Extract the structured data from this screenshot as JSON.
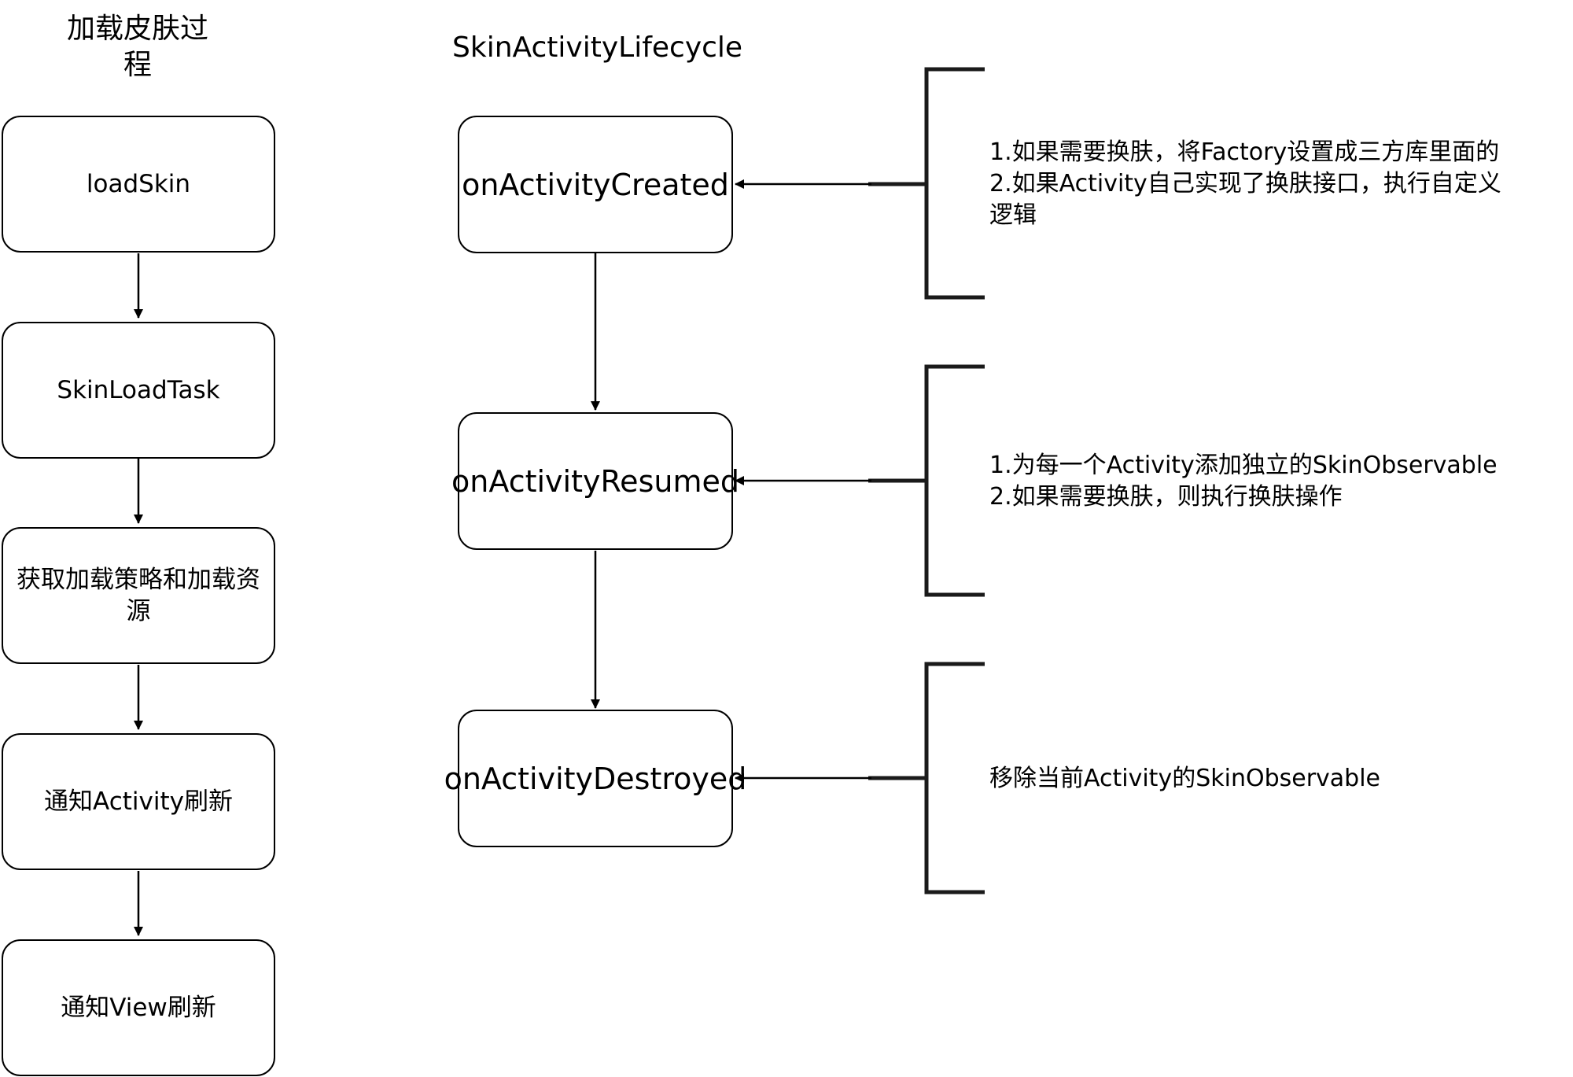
{
  "left_flow": {
    "title": "加载皮肤过程",
    "nodes": [
      "loadSkin",
      "SkinLoadTask",
      "获取加载策略和加载资源",
      "通知Activity刷新",
      "通知View刷新"
    ]
  },
  "right_flow": {
    "title": "SkinActivityLifecycle",
    "nodes": [
      "onActivityCreated",
      "onActivityResumed",
      "onActivityDestroyed"
    ],
    "notes": [
      {
        "line1": "1.如果需要换肤，将Factory设置成三方库里面的",
        "line2": "2.如果Activity自己实现了换肤接口，执行自定义",
        "line3": "逻辑"
      },
      {
        "line1": "1.为每一个Activity添加独立的SkinObservable",
        "line2": "2.如果需要换肤，则执行换肤操作"
      },
      {
        "line1": "移除当前Activity的SkinObservable"
      }
    ]
  }
}
